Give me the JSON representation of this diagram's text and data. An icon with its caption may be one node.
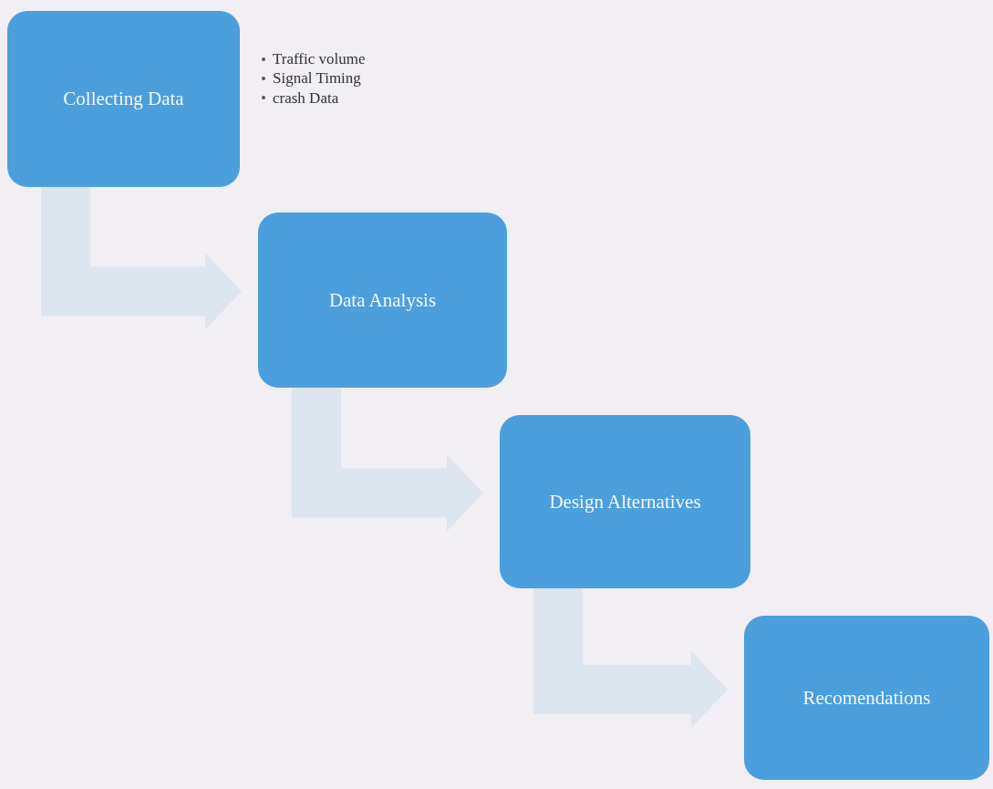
{
  "diagram": {
    "nodes": [
      {
        "text": [
          "Collecting Data"
        ],
        "beside": [
          "Traffic volume",
          "Signal Timing",
          "crash Data"
        ]
      },
      {
        "text": [
          "Data Analysis"
        ]
      },
      {
        "text": [
          "Design Alternatives"
        ]
      },
      {
        "text": [
          "Recomendations"
        ]
      }
    ],
    "edges": [
      {
        "from": 0,
        "to": 1,
        "arrow": "to"
      },
      {
        "from": 1,
        "to": 2,
        "arrow": "to"
      },
      {
        "from": 2,
        "to": 3,
        "arrow": "to"
      }
    ]
  }
}
